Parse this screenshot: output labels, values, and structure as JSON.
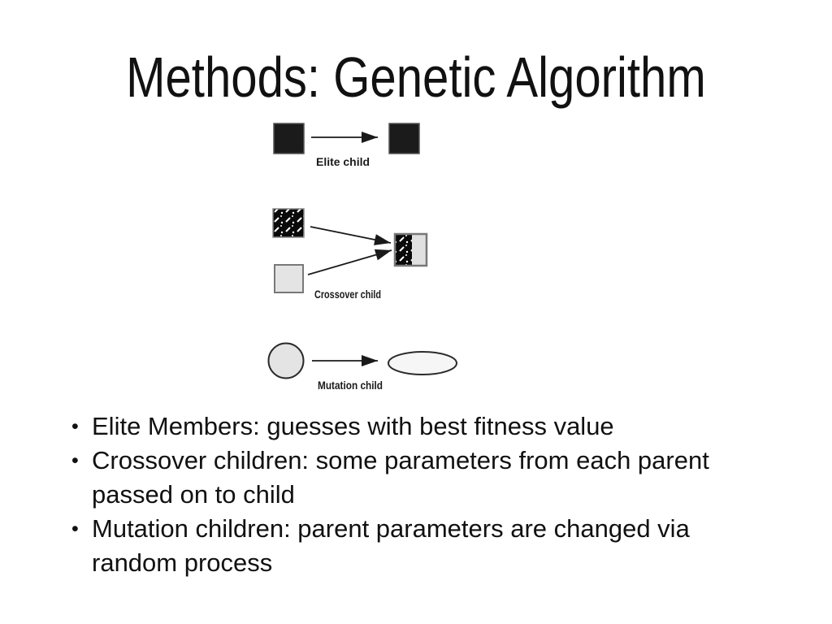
{
  "slide": {
    "title": "Methods: Genetic Algorithm",
    "bullet_char": "•",
    "bullets": [
      "Elite Members: guesses with best fitness value",
      "Crossover children: some parameters from each parent passed on to child",
      "Mutation children: parent parameters are changed via random process"
    ],
    "diagram": {
      "elite_label": "Elite child",
      "crossover_label": "Crossover child",
      "mutation_label": "Mutation child"
    },
    "colors": {
      "background": "#ffffff",
      "text": "#111111",
      "dark_square": "#1b1b1b",
      "light_square": "#e4e4e4",
      "shape_outline": "#787878",
      "arrow": "#1a1a1a"
    }
  }
}
